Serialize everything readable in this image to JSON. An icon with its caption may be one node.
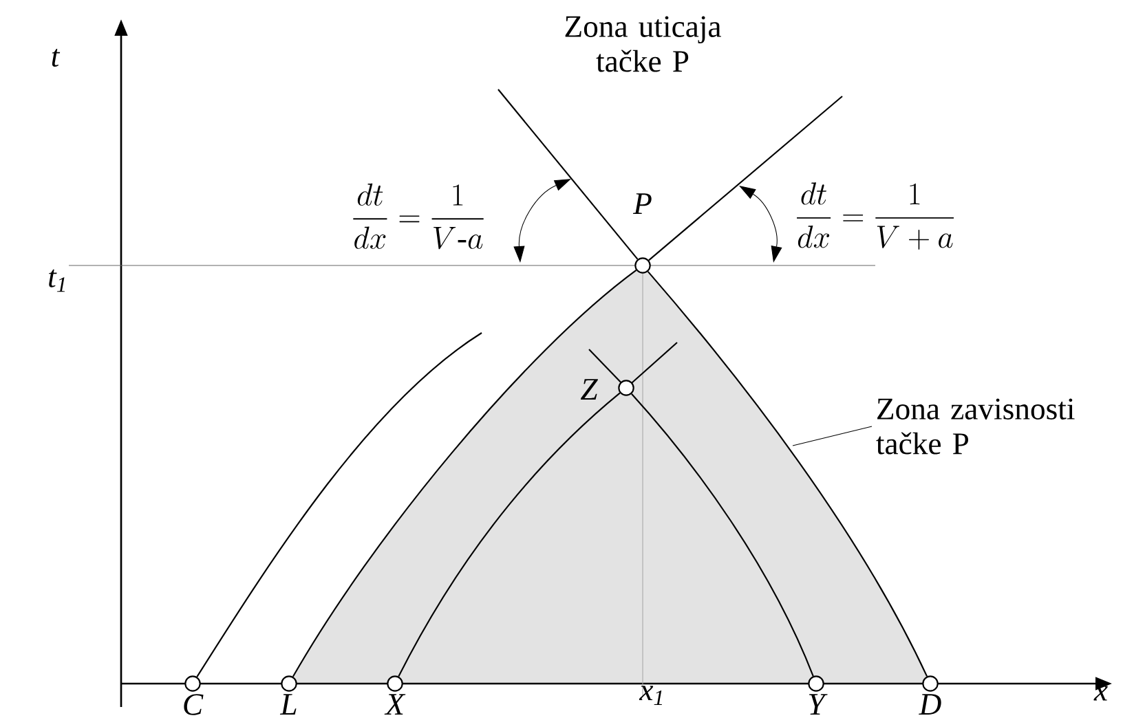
{
  "diagram": {
    "nodes": [
      {
        "text": [],
        "shape": "circle",
        "beside": [
          "P"
        ]
      },
      {
        "text": [],
        "shape": "circle",
        "beside": [
          "Z"
        ]
      },
      {
        "text": [],
        "shape": "circle",
        "beside": [
          "C"
        ]
      },
      {
        "text": [],
        "shape": "circle",
        "beside": [
          "L"
        ]
      },
      {
        "text": [],
        "shape": "circle",
        "beside": [
          "X"
        ]
      },
      {
        "text": [],
        "shape": "circle",
        "beside": [
          "Y"
        ]
      },
      {
        "text": [],
        "shape": "circle",
        "beside": [
          "D"
        ]
      },
      {
        "text": [
          "Zona zavisnosti tačke P"
        ]
      }
    ],
    "edges": [
      {
        "from": 3,
        "to": 0,
        "arrow": "none"
      },
      {
        "from": 0,
        "to": 6,
        "arrow": "none"
      },
      {
        "from": 4,
        "to": 1,
        "arrow": "none"
      },
      {
        "from": 1,
        "to": 5,
        "arrow": "none"
      },
      {
        "from": 2,
        "to": null,
        "arrow": "none"
      },
      {
        "from": 0,
        "to": null,
        "arrow": "none"
      },
      {
        "from": 0,
        "to": null,
        "arrow": "none"
      },
      {
        "from": 7,
        "to": null,
        "arrow": "none"
      }
    ],
    "labels": [
      "Zona uticaja tačke P",
      "\\frac{dt}{dx}=\\frac{1}{V\\text{-}a}",
      "\\frac{dt}{dx}=\\frac{1}{V+a}",
      "t",
      "t$_{1}$",
      "x",
      "x$_{1}$"
    ]
  }
}
